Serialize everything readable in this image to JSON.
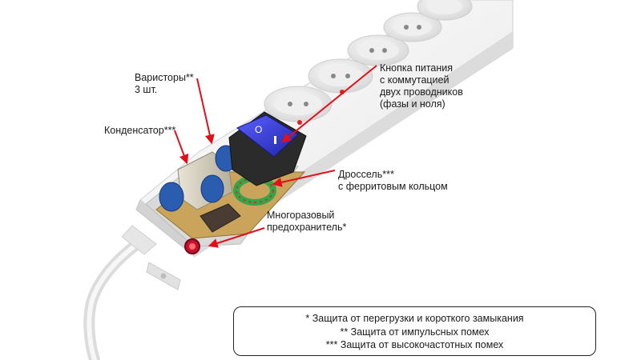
{
  "callouts": {
    "varistors": "Варисторы**\n3 шт.",
    "capacitor": "Конденсатор***",
    "power_button": "Кнопка питания\nс коммутацией\nдвух проводников\n(фазы и ноля)",
    "choke": "Дроссель***\nс ферритовым кольцом",
    "fuse": "Многоразовый\nпредохранитель*"
  },
  "legend": {
    "line1": "* Защита от перегрузки и короткого замыкания",
    "line2": "** Защита от импульсных помех",
    "line3": "*** Защита от высокочастотных помех"
  },
  "colors": {
    "arrow": "#e0101a",
    "housing": "#f2f2f2",
    "switch_blue": "#2f35c9",
    "varistor_blue": "#2a5db0",
    "choke_green": "#2fa84a",
    "pcb": "#c9a45a"
  }
}
